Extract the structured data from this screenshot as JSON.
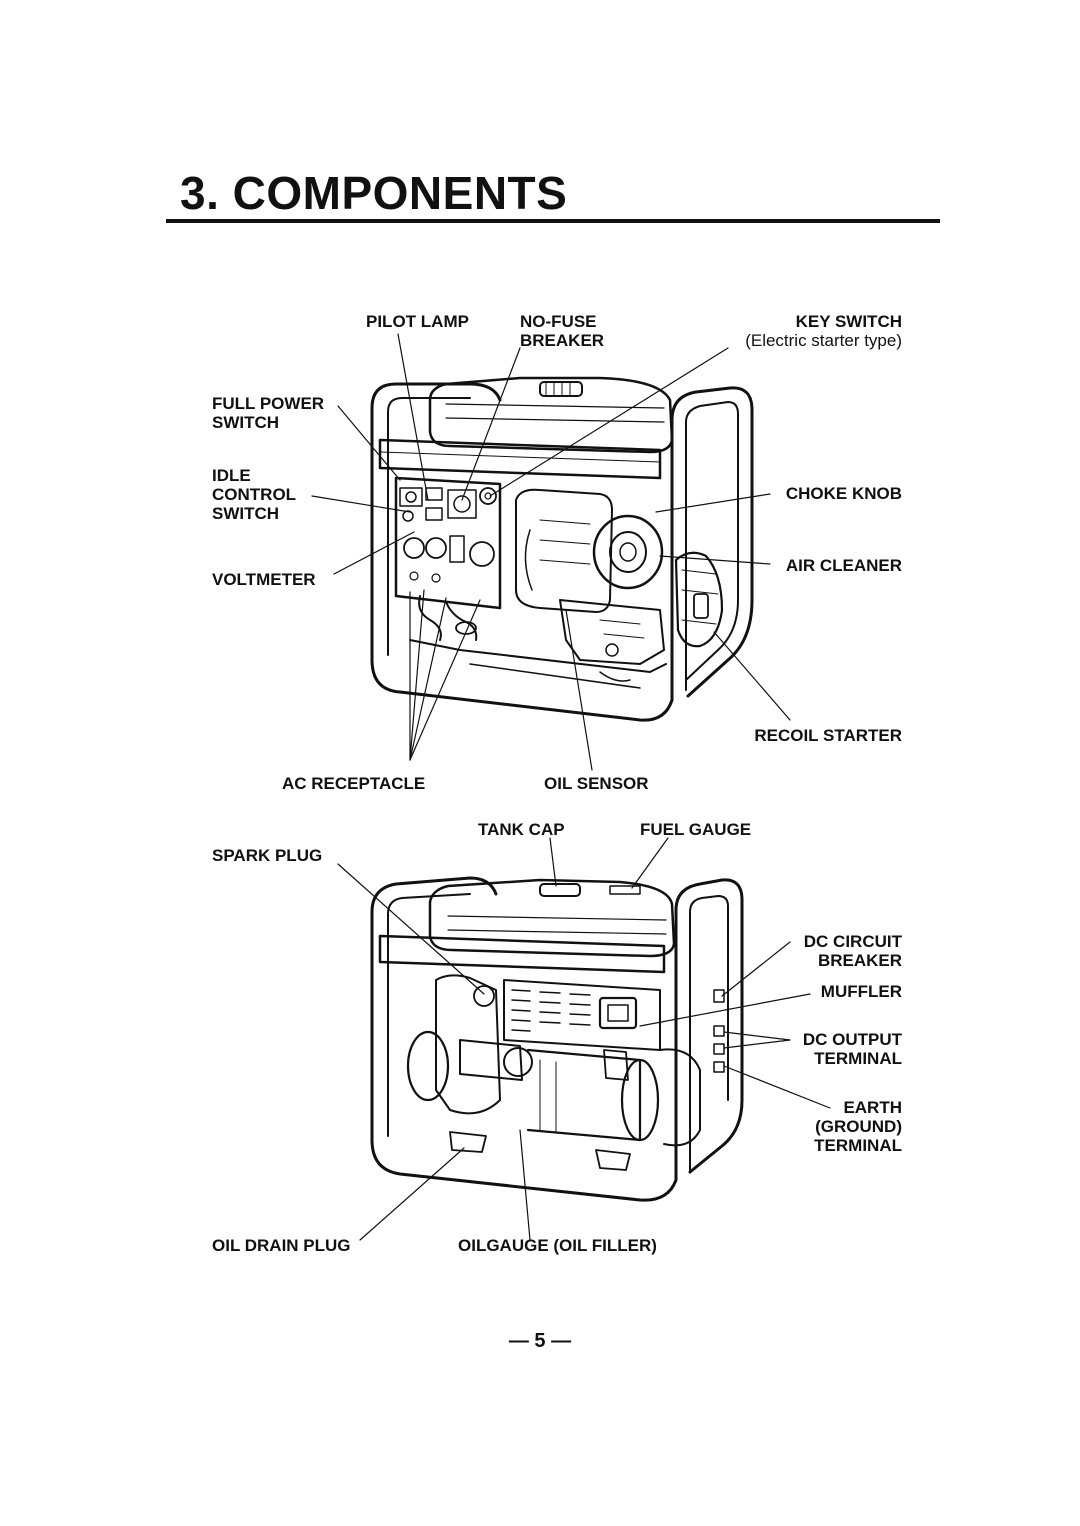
{
  "page": {
    "title": "3. COMPONENTS",
    "page_number": "— 5 —"
  },
  "figure_top": {
    "labels": {
      "pilot_lamp": "PILOT LAMP",
      "no_fuse_1": "NO-FUSE",
      "no_fuse_2": "BREAKER",
      "key_switch": "KEY SWITCH",
      "key_switch_note": "(Electric starter type)",
      "full_power_1": "FULL POWER",
      "full_power_2": "SWITCH",
      "idle_1": "IDLE",
      "idle_2": "CONTROL",
      "idle_3": "SWITCH",
      "choke_knob": "CHOKE KNOB",
      "air_cleaner": "AIR CLEANER",
      "voltmeter": "VOLTMETER",
      "recoil_starter": "RECOIL STARTER",
      "ac_receptacle": "AC RECEPTACLE",
      "oil_sensor": "OIL SENSOR"
    }
  },
  "figure_bottom": {
    "labels": {
      "tank_cap": "TANK CAP",
      "fuel_gauge": "FUEL GAUGE",
      "spark_plug": "SPARK PLUG",
      "dc_circuit_1": "DC CIRCUIT",
      "dc_circuit_2": "BREAKER",
      "muffler": "MUFFLER",
      "dc_output_1": "DC OUTPUT",
      "dc_output_2": "TERMINAL",
      "earth_1": "EARTH",
      "earth_2": "(GROUND)",
      "earth_3": "TERMINAL",
      "oil_drain_plug": "OIL DRAIN PLUG",
      "oilgauge": "OILGAUGE (OIL FILLER)"
    }
  }
}
